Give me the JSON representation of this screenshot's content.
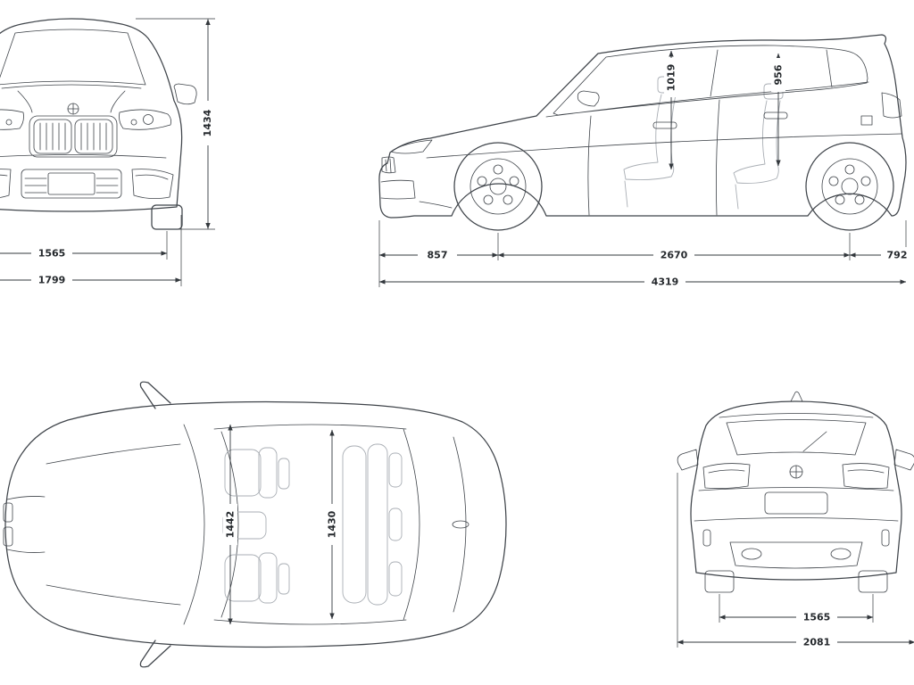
{
  "colors": {
    "background": "#ffffff",
    "line": "#3f444a",
    "light": "#a9aeb4",
    "dim": "#33383d",
    "text": "#24282c"
  },
  "dimensions": {
    "front_view": {
      "overall_height": "1434",
      "front_track": "1565",
      "overall_width": "1799"
    },
    "side_view": {
      "front_headroom": "1019",
      "rear_headroom": "956",
      "front_overhang": "857",
      "wheelbase": "2670",
      "rear_overhang": "792",
      "overall_length": "4319"
    },
    "top_view": {
      "front_interior_width": "1442",
      "rear_interior_width": "1430"
    },
    "rear_view": {
      "rear_track": "1565",
      "width_with_mirrors": "2081"
    }
  }
}
